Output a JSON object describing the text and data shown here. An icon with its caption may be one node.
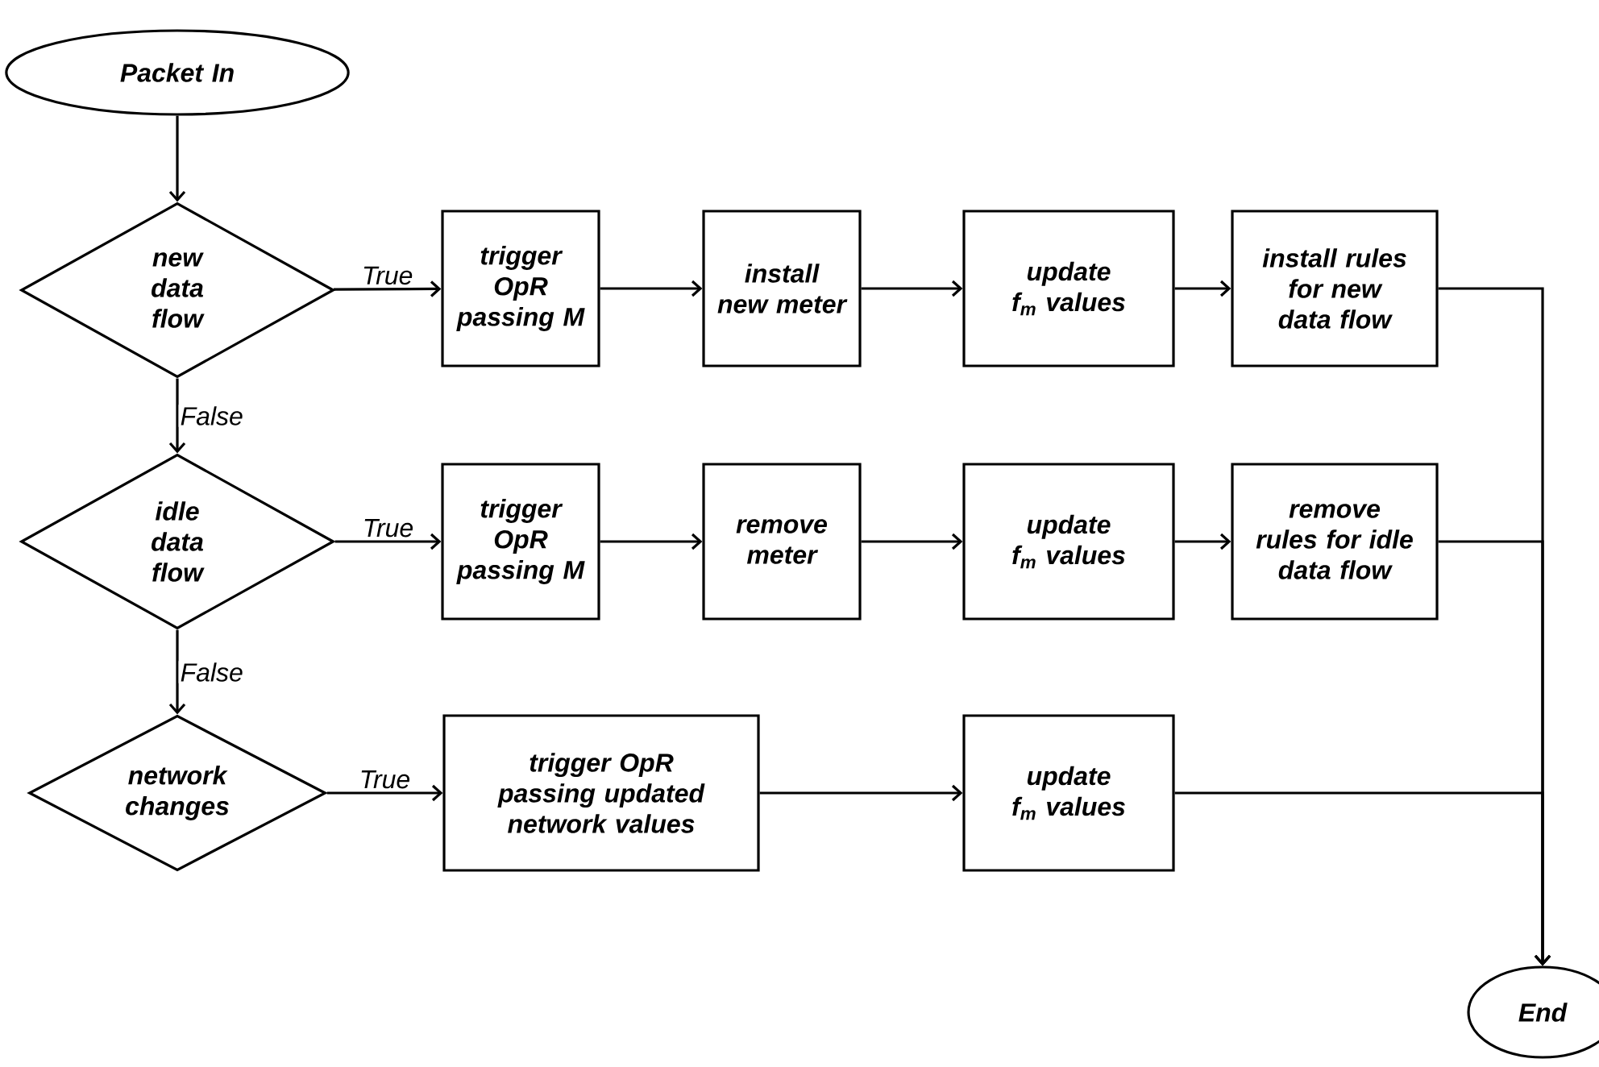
{
  "diagram": {
    "nodes": [
      {
        "text": [
          "Packet In"
        ]
      },
      {
        "text": [
          "new data flow"
        ]
      },
      {
        "text": [
          "trigger OpR passing M"
        ]
      },
      {
        "text": [
          "install new meter"
        ]
      },
      {
        "text": [
          "update f$_{m}$ values"
        ]
      },
      {
        "text": [
          "install rules for new data flow"
        ]
      },
      {
        "text": [
          "idle data flow"
        ]
      },
      {
        "text": [
          "trigger OpR passing M"
        ]
      },
      {
        "text": [
          "remove meter"
        ]
      },
      {
        "text": [
          "update f$_{m}$ values"
        ]
      },
      {
        "text": [
          "remove rules for idle data flow"
        ]
      },
      {
        "text": [
          "network changes"
        ]
      },
      {
        "text": [
          "trigger OpR passing updated network values"
        ]
      },
      {
        "text": [
          "update f$_{m}$ values"
        ]
      },
      {
        "text": [
          "End"
        ]
      }
    ],
    "edges": [
      {
        "from": 0,
        "to": 1,
        "arrow": "to"
      },
      {
        "from": 1,
        "to": 2,
        "arrow": "to",
        "label": "True"
      },
      {
        "from": 2,
        "to": 3,
        "arrow": "to"
      },
      {
        "from": 3,
        "to": 4,
        "arrow": "to"
      },
      {
        "from": 4,
        "to": 5,
        "arrow": "to"
      },
      {
        "from": 1,
        "to": 6,
        "arrow": "to",
        "label": "False"
      },
      {
        "from": 6,
        "to": 7,
        "arrow": "to",
        "label": "True"
      },
      {
        "from": 7,
        "to": 8,
        "arrow": "to"
      },
      {
        "from": 8,
        "to": 9,
        "arrow": "to"
      },
      {
        "from": 9,
        "to": 10,
        "arrow": "to"
      },
      {
        "from": 6,
        "to": 11,
        "arrow": "to",
        "label": "False"
      },
      {
        "from": 11,
        "to": 12,
        "arrow": "to",
        "label": "True"
      },
      {
        "from": 12,
        "to": 13,
        "arrow": "to"
      },
      {
        "from": 5,
        "to": 14,
        "arrow": "to"
      },
      {
        "from": 10,
        "to": 14,
        "arrow": "to"
      },
      {
        "from": 13,
        "to": 14,
        "arrow": "to"
      }
    ]
  }
}
